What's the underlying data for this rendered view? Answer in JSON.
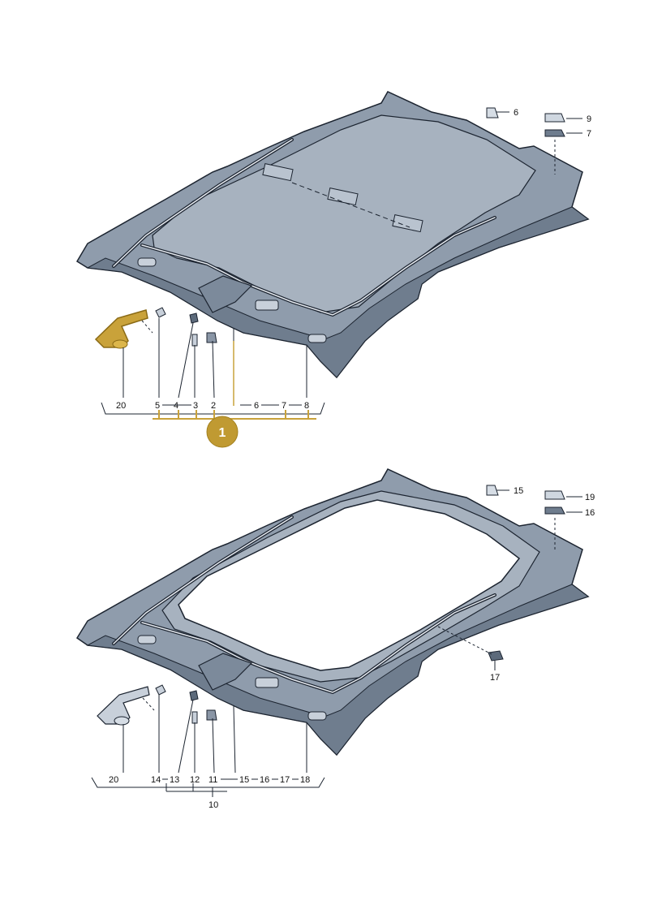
{
  "diagram": {
    "upper": {
      "callouts": [
        {
          "id": "u-6",
          "text": "6"
        },
        {
          "id": "u-9",
          "text": "9"
        },
        {
          "id": "u-7",
          "text": "7"
        },
        {
          "id": "u-b20",
          "text": "20"
        },
        {
          "id": "u-b5",
          "text": "5"
        },
        {
          "id": "u-b4",
          "text": "4"
        },
        {
          "id": "u-b3",
          "text": "3"
        },
        {
          "id": "u-b2",
          "text": "2"
        },
        {
          "id": "u-b6",
          "text": "6"
        },
        {
          "id": "u-b7",
          "text": "7"
        },
        {
          "id": "u-b8",
          "text": "8"
        }
      ],
      "badge": "1"
    },
    "lower": {
      "callouts": [
        {
          "id": "l-15",
          "text": "15"
        },
        {
          "id": "l-19",
          "text": "19"
        },
        {
          "id": "l-16",
          "text": "16"
        },
        {
          "id": "l-17",
          "text": "17"
        },
        {
          "id": "l-b20",
          "text": "20"
        },
        {
          "id": "l-b14",
          "text": "14"
        },
        {
          "id": "l-b13",
          "text": "13"
        },
        {
          "id": "l-b12",
          "text": "12"
        },
        {
          "id": "l-b11",
          "text": "11"
        },
        {
          "id": "l-b15",
          "text": "15"
        },
        {
          "id": "l-b16",
          "text": "16"
        },
        {
          "id": "l-b17",
          "text": "17"
        },
        {
          "id": "l-b18",
          "text": "18"
        }
      ],
      "group_label": "10"
    }
  },
  "colors": {
    "panel": "#9aa6b4",
    "panel_dark": "#6d7a8a",
    "panel_light": "#b6c0cb",
    "fabric": "#a9b3bf",
    "outline": "#1c2430",
    "highlight": "#c9a23a",
    "badge": "#c09a32"
  }
}
